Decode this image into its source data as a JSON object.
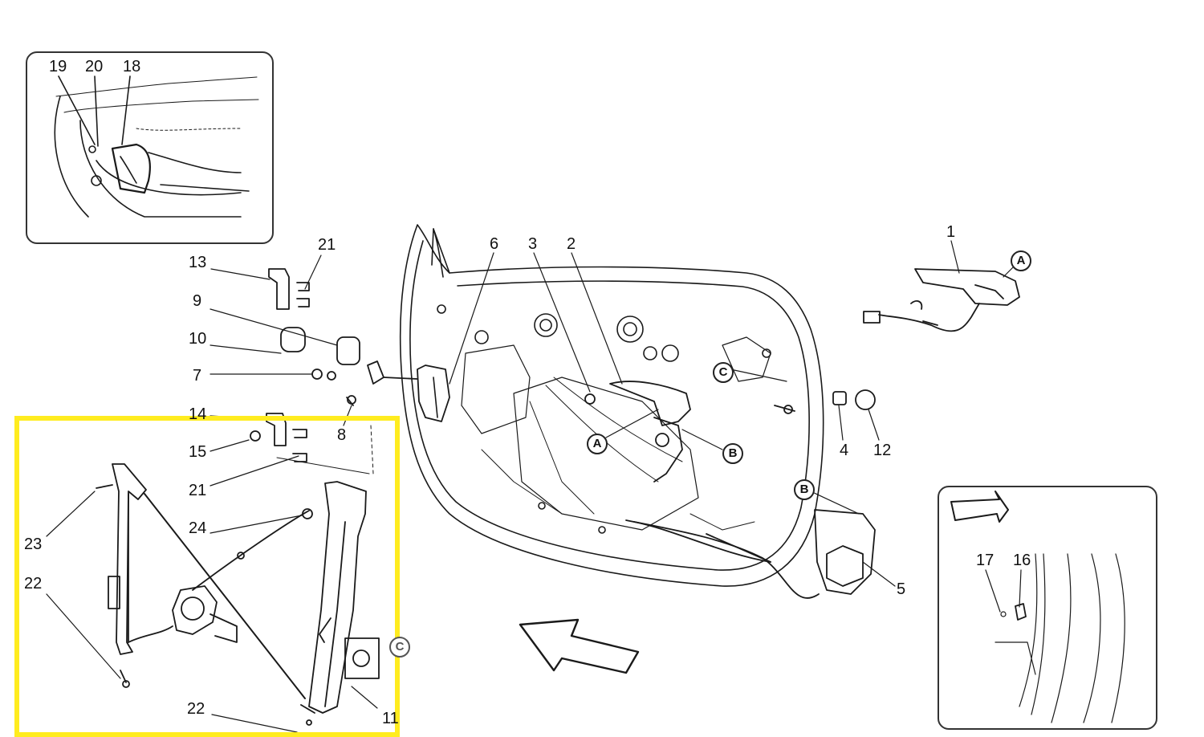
{
  "callouts": [
    {
      "id": "c19",
      "text": "19"
    },
    {
      "id": "c20",
      "text": "20"
    },
    {
      "id": "c18",
      "text": "18"
    },
    {
      "id": "c13",
      "text": "13"
    },
    {
      "id": "c21a",
      "text": "21"
    },
    {
      "id": "c9",
      "text": "9"
    },
    {
      "id": "c10",
      "text": "10"
    },
    {
      "id": "c7",
      "text": "7"
    },
    {
      "id": "c14",
      "text": "14"
    },
    {
      "id": "c8",
      "text": "8"
    },
    {
      "id": "c15",
      "text": "15"
    },
    {
      "id": "c21b",
      "text": "21"
    },
    {
      "id": "c24",
      "text": "24"
    },
    {
      "id": "c23",
      "text": "23"
    },
    {
      "id": "c22a",
      "text": "22"
    },
    {
      "id": "c22b",
      "text": "22"
    },
    {
      "id": "c11",
      "text": "11"
    },
    {
      "id": "c6",
      "text": "6"
    },
    {
      "id": "c3",
      "text": "3"
    },
    {
      "id": "c2",
      "text": "2"
    },
    {
      "id": "c1",
      "text": "1"
    },
    {
      "id": "c4",
      "text": "4"
    },
    {
      "id": "c12",
      "text": "12"
    },
    {
      "id": "c5",
      "text": "5"
    },
    {
      "id": "c17",
      "text": "17"
    },
    {
      "id": "c16",
      "text": "16"
    }
  ],
  "refs": [
    {
      "id": "rA1",
      "text": "A"
    },
    {
      "id": "rA2",
      "text": "A"
    },
    {
      "id": "rB1",
      "text": "B"
    },
    {
      "id": "rB2",
      "text": "B"
    },
    {
      "id": "rC1",
      "text": "C"
    },
    {
      "id": "rC2",
      "text": "C"
    }
  ],
  "colors": {
    "line": "#1a1a1a",
    "highlight": "#ffec1f",
    "paper": "#ffffff"
  }
}
